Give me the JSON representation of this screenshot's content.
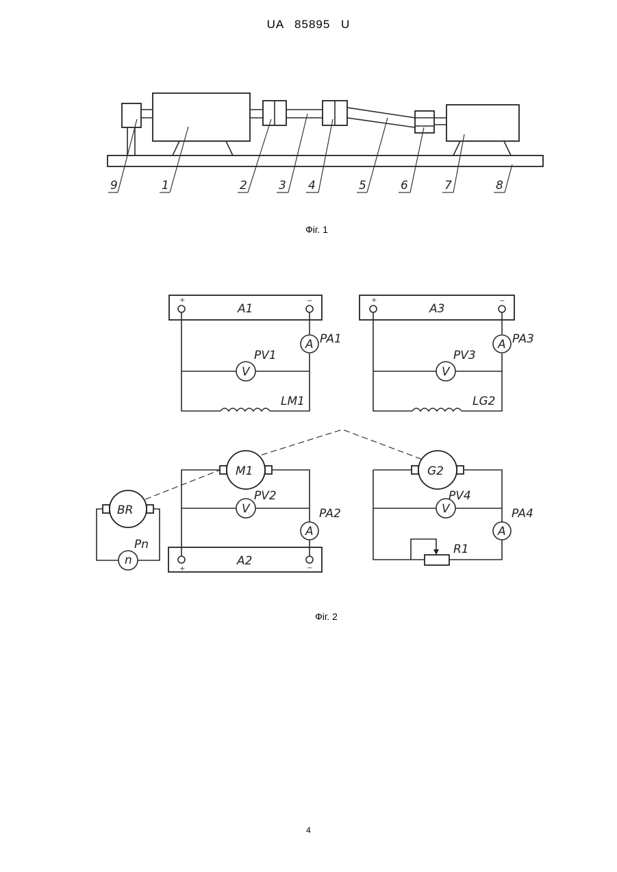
{
  "header": "UA 85895 U",
  "fig1": {
    "caption": "Фіг. 1",
    "labels": [
      "9",
      "1",
      "2",
      "3",
      "4",
      "5",
      "6",
      "7",
      "8"
    ]
  },
  "fig2": {
    "caption": "Фіг. 2",
    "blocks": {
      "a1": "A1",
      "a2": "A2",
      "a3": "A3"
    },
    "meters": {
      "pa1": "PA1",
      "pa2": "PA2",
      "pa3": "PA3",
      "pa4": "PA4",
      "pv1": "PV1",
      "pv2": "PV2",
      "pv3": "PV3",
      "pv4": "PV4",
      "ammeter_symbol": "A",
      "voltmeter_symbol": "V"
    },
    "windings": {
      "lm1": "LM1",
      "lg2": "LG2"
    },
    "machines": {
      "m1": "M1",
      "g2": "G2",
      "br": "BR"
    },
    "tacho": {
      "label": "Pn",
      "symbol": "n"
    },
    "resistor": "R1",
    "polarity": {
      "plus": "+",
      "minus": "−"
    }
  },
  "page_number": "4"
}
